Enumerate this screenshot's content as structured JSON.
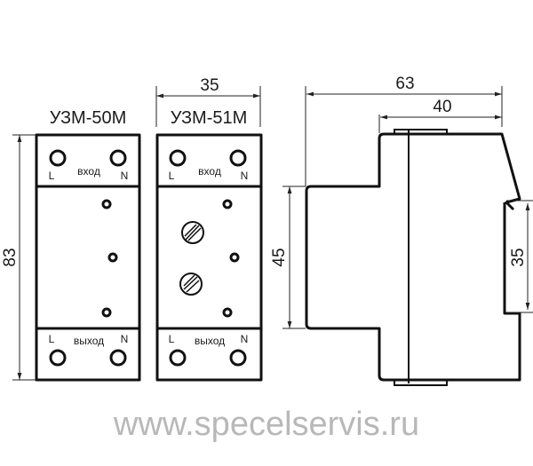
{
  "models": {
    "left": "УЗМ-50М",
    "right": "УЗМ-51М"
  },
  "terminals": {
    "l": "L",
    "n": "N",
    "input": "вход",
    "output": "выход"
  },
  "dimensions": {
    "height": "83",
    "width": "35",
    "depth": "63",
    "front_depth": "40",
    "front_height": "45",
    "rail": "35"
  },
  "watermark": "www.specelservis.ru",
  "colors": {
    "line": "#111111",
    "watermark": "#b8b8b8"
  }
}
